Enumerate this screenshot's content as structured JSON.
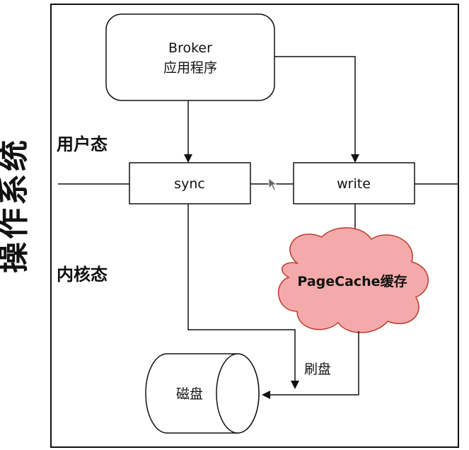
{
  "diagram": {
    "os_label": "操作系统",
    "user_mode_label": "用户态",
    "kernel_mode_label": "内核态",
    "broker": {
      "line1": "Broker",
      "line2": "应用程序"
    },
    "sync_label": "sync",
    "write_label": "write",
    "pagecache_label": "PageCache缓存",
    "flush_label": "刷盘",
    "disk_label": "磁盘",
    "colors": {
      "cloud_fill": "#f4aaaa",
      "cloud_stroke": "#c0392b",
      "line": "#111111",
      "background": "#ffffff"
    }
  }
}
